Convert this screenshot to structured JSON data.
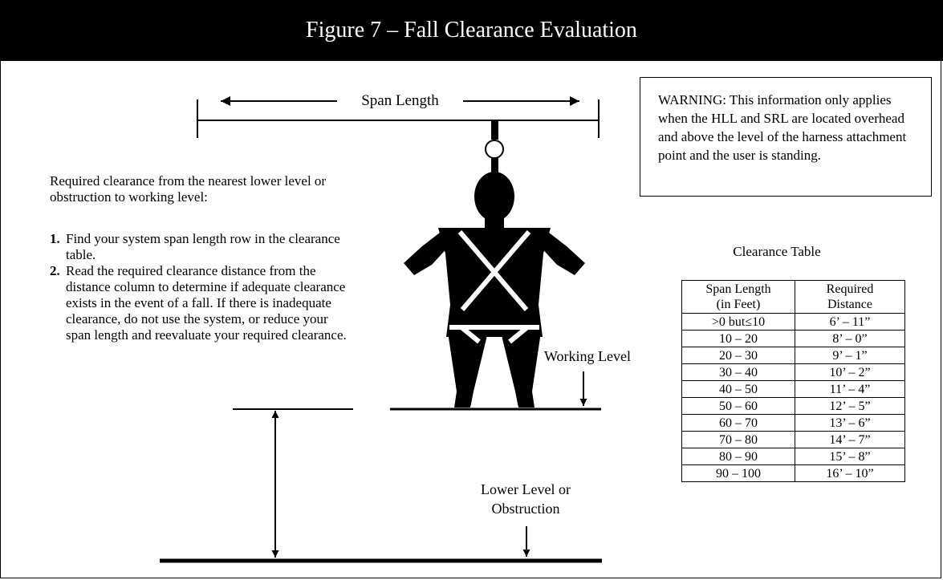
{
  "title": "Figure 7 – Fall Clearance Evaluation",
  "labels": {
    "span_length": "Span Length",
    "working_level": "Working Level",
    "lower_level_1": "Lower Level or",
    "lower_level_2": "Obstruction"
  },
  "warning": "WARNING: This information only applies when the HLL and SRL are located overhead and above the level of the harness attachment point and the user is standing.",
  "instructions": {
    "intro": "Required clearance from the nearest lower level or obstruction to working level:",
    "steps": [
      {
        "num": "1.",
        "text": "Find your system span length row in the clearance table."
      },
      {
        "num": "2.",
        "text": "Read the required clearance distance from the distance column to determine if adequate clearance exists in the event of a fall. If there is inadequate clearance, do not use the system, or reduce your span length and reevaluate your required clearance."
      }
    ]
  },
  "table": {
    "caption": "Clearance Table",
    "headers": [
      {
        "line1": "Span Length",
        "line2": "(in Feet)"
      },
      {
        "line1": "Required",
        "line2": "Distance"
      }
    ],
    "rows": [
      [
        ">0 but≤10",
        "6’ – 11”"
      ],
      [
        "10 – 20",
        "8’ – 0”"
      ],
      [
        "20 – 30",
        "9’ – 1”"
      ],
      [
        "30 – 40",
        "10’ – 2”"
      ],
      [
        "40 – 50",
        "11’ – 4”"
      ],
      [
        "50 – 60",
        "12’ – 5”"
      ],
      [
        "60 – 70",
        "13’ – 6”"
      ],
      [
        "70 – 80",
        "14’ – 7”"
      ],
      [
        "80 – 90",
        "15’ – 8”"
      ],
      [
        "90 – 100",
        "16’ – 10”"
      ]
    ]
  }
}
